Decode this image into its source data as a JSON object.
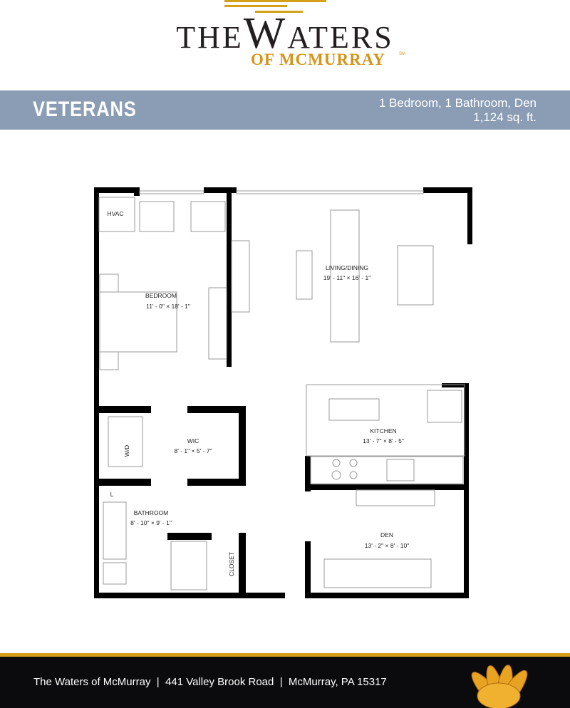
{
  "logo": {
    "line1_pre": "THE",
    "line1_big": "W",
    "line1_post": "ATERS",
    "line2": "OF MCMURRAY",
    "mark": "SM"
  },
  "header": {
    "plan_name": "VETERANS",
    "layout": "1 Bedroom, 1 Bathroom, Den",
    "area": "1,124 sq. ft."
  },
  "rooms": {
    "hvac": "HVAC",
    "bedroom": {
      "name": "BEDROOM",
      "dims": "11' - 0\" × 18' - 1\""
    },
    "living": {
      "name": "LIVING/DINING",
      "dims": "19' - 11\" × 16' - 1\""
    },
    "wic": {
      "name": "WIC",
      "dims": "8' - 1\" × 5' - 7\""
    },
    "wd": "W/D",
    "kitchen": {
      "name": "KITCHEN",
      "dims": "13' - 7\" × 8' - 5\""
    },
    "bathroom": {
      "name": "BATHROOM",
      "dims": "8' - 10\" × 9' - 1\""
    },
    "linen": "L",
    "closet": "CLOSET",
    "den": {
      "name": "DEN",
      "dims": "13' - 2\" × 8' - 10\""
    }
  },
  "footer": {
    "address": "The Waters of McMurray  |  441 Valley Brook Road  |  McMurray, PA 15317"
  },
  "colors": {
    "band": "#8a9db5",
    "gold": "#d4a017",
    "footer": "#0b0a0c"
  }
}
